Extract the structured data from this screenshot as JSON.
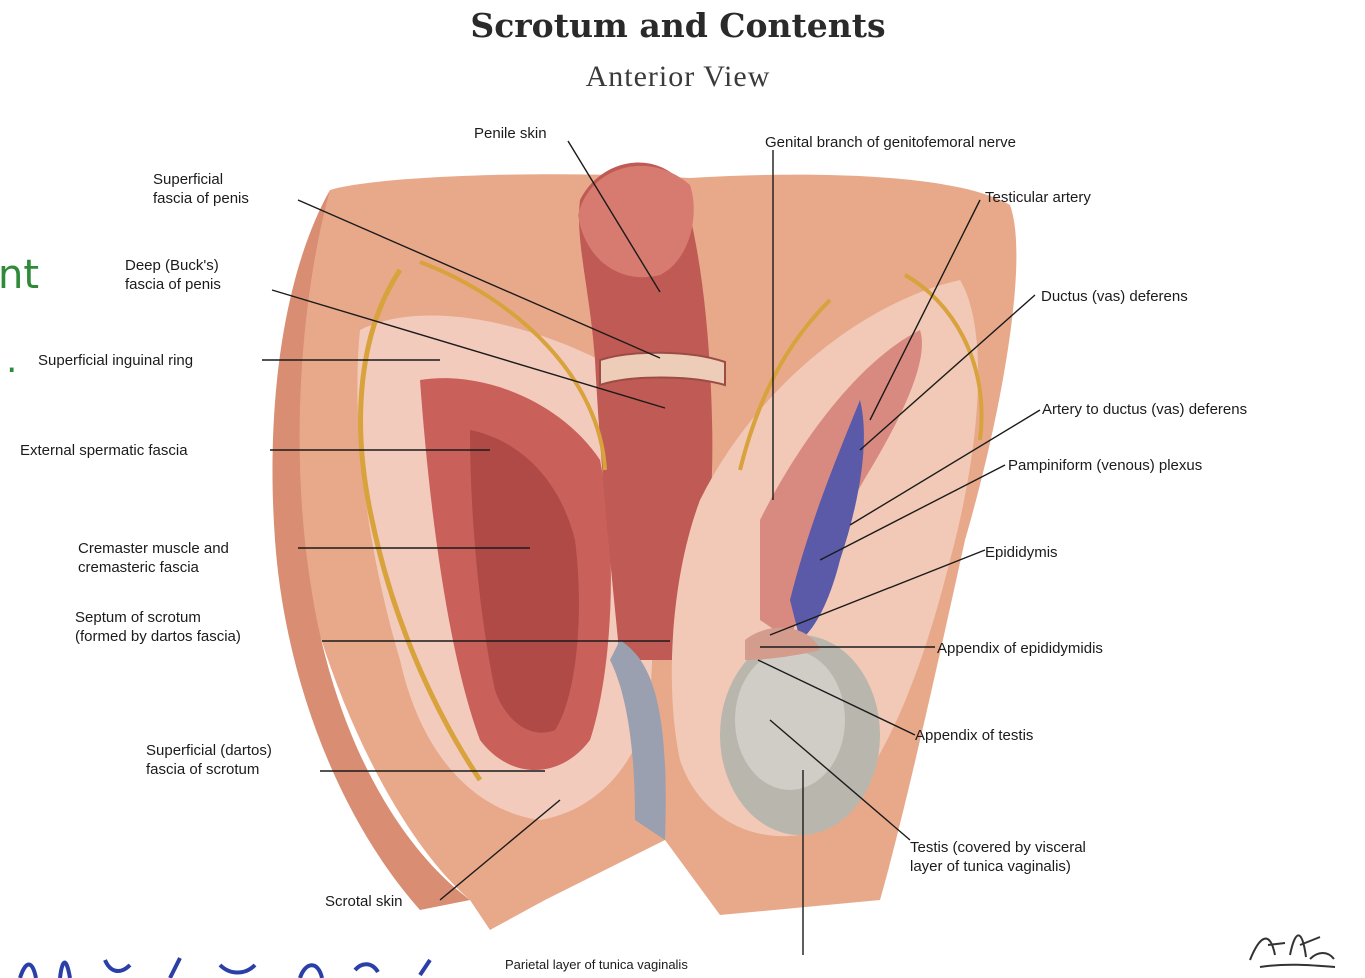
{
  "title": "Scrotum and Contents",
  "subtitle": "Anterior View",
  "labels": {
    "penile_skin": "Penile skin",
    "genital_branch": "Genital branch of genitofemoral nerve",
    "superficial_fascia_penis": "Superficial\nfascia of penis",
    "testicular_artery": "Testicular artery",
    "deep_fascia_penis": "Deep (Buck's)\nfascia of penis",
    "ductus_deferens": "Ductus (vas) deferens",
    "superficial_inguinal_ring": "Superficial inguinal ring",
    "artery_ductus": "Artery to ductus (vas) deferens",
    "external_spermatic_fascia": "External spermatic fascia",
    "pampiniform_plexus": "Pampiniform (venous) plexus",
    "cremaster": "Cremaster muscle and\ncremasteric fascia",
    "epididymis": "Epididymis",
    "septum_scrotum": "Septum of scrotum\n(formed by dartos fascia)",
    "appendix_epididymidis": "Appendix of epididymidis",
    "appendix_testis": "Appendix of testis",
    "superficial_dartos": "Superficial (dartos)\nfascia of scrotum",
    "testis": "Testis (covered by visceral\nlayer of tunica vaginalis)",
    "scrotal_skin": "Scrotal skin",
    "parietal_layer": "Parietal layer of tunica vaginalis"
  },
  "signature": "F.Netter",
  "annotations": {
    "green_mark": "nt",
    "green_dot": "."
  },
  "colors": {
    "skin": "#e8a98a",
    "muscle": "#c9605a",
    "deep": "#a8403c",
    "testis": "#b9b6ae",
    "vein": "#5a5aa8",
    "nerve": "#d8a23c",
    "handwriting_green": "#2f8a3a",
    "handwriting_blue": "#2a3fa8"
  }
}
